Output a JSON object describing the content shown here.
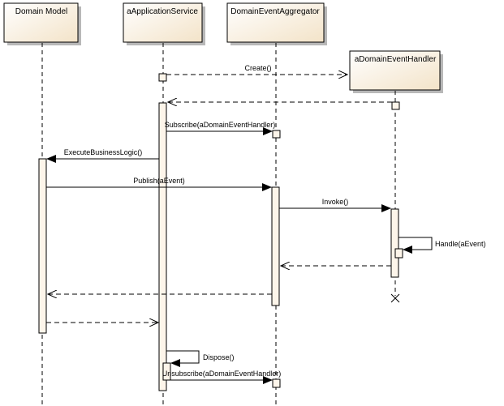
{
  "lifelines": [
    {
      "id": "domain-model",
      "label": "Domain Model"
    },
    {
      "id": "application-service",
      "label": "aApplicationService"
    },
    {
      "id": "event-aggregator",
      "label": "DomainEventAggregator"
    },
    {
      "id": "event-handler",
      "label": "aDomainEventHandler"
    }
  ],
  "messages": {
    "create": "Create()",
    "subscribe": "Subscribe(aDomainEventHandler)",
    "execute": "ExecuteBusinessLogic()",
    "publish": "Publish(aEvent)",
    "invoke": "Invoke()",
    "handle": "Handle(aEvent)",
    "dispose": "Dispose()",
    "unsubscribe": "Unsubscribe(aDomainEventHandler)"
  },
  "colors": {
    "box_top": "#ffffff",
    "box_bottom": "#f3e3c8",
    "activation_fill": "#fdf5ea"
  }
}
